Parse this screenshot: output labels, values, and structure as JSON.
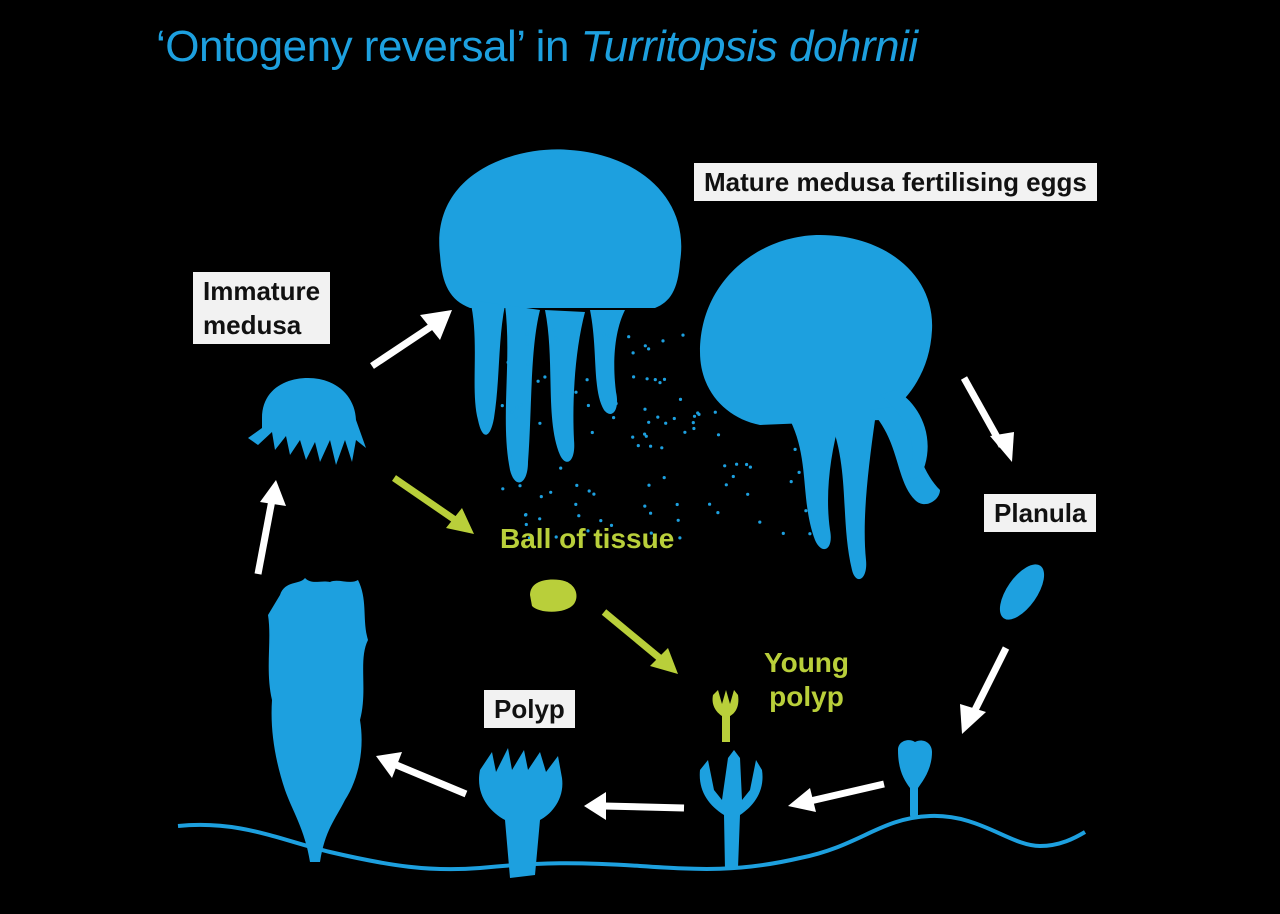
{
  "title": {
    "prefix": "‘Ontogeny reversal’ in ",
    "species": "Turritopsis dohrnii"
  },
  "labels": {
    "immature_medusa_line1": "Immature",
    "immature_medusa_line2": "medusa",
    "mature_medusa": "Mature medusa fertilising eggs",
    "planula": "Planula",
    "polyp": "Polyp",
    "ball_of_tissue": "Ball of tissue",
    "young_polyp_line1": "Young",
    "young_polyp_line2": "polyp"
  },
  "colors": {
    "background": "#000000",
    "creature_blue": "#1da0df",
    "reversal_green": "#b9cf3a",
    "arrow_white": "#ffffff",
    "label_box": "#f2f2f2"
  }
}
